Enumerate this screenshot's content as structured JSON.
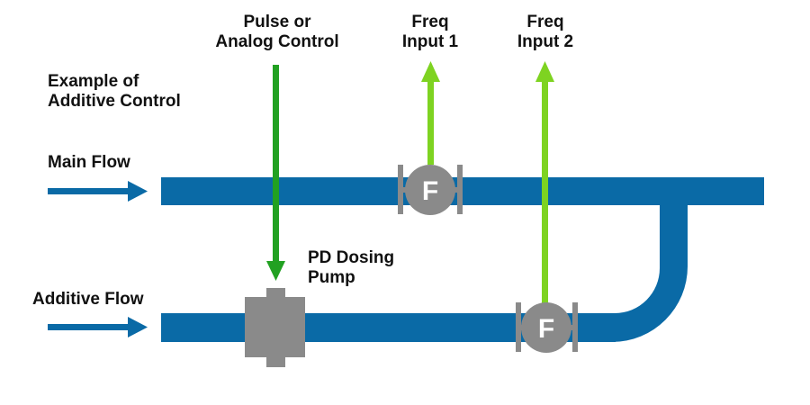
{
  "title_label": {
    "line1": "Example of",
    "line2": "Additive Control"
  },
  "labels": {
    "main_flow": "Main Flow",
    "additive_flow": "Additive Flow",
    "pulse_control": {
      "line1": "Pulse or",
      "line2": "Analog Control"
    },
    "freq_input_1": {
      "line1": "Freq",
      "line2": "Input 1"
    },
    "freq_input_2": {
      "line1": "Freq",
      "line2": "Input 2"
    },
    "pump": {
      "line1": "PD Dosing",
      "line2": "Pump"
    }
  },
  "meters": [
    {
      "id": "flow-meter-1",
      "letter": "F"
    },
    {
      "id": "flow-meter-2",
      "letter": "F"
    }
  ],
  "colors": {
    "pipe": "#0a6aa6",
    "device": "#8a8a8a",
    "control_signal": "#22a122",
    "freq_signal": "#7ed321"
  }
}
